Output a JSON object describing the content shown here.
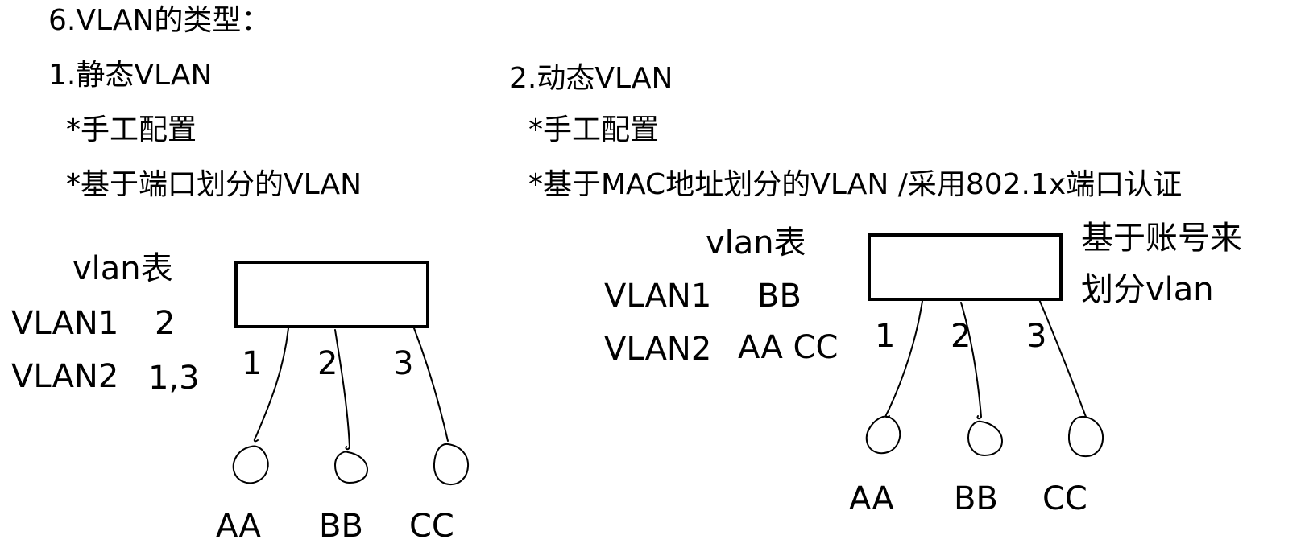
{
  "title": "6.VLAN的类型：",
  "static": {
    "heading": "1.静态VLAN",
    "bullets": [
      "*手工配置",
      "*基于端口划分的VLAN"
    ],
    "table_title": "vlan表",
    "rows": [
      {
        "name": "VLAN1",
        "value": "2"
      },
      {
        "name": "VLAN2",
        "value": "1,3"
      }
    ],
    "ports": [
      "1",
      "2",
      "3"
    ],
    "hosts": [
      "AA",
      "BB",
      "CC"
    ]
  },
  "dynamic": {
    "heading": "2.动态VLAN",
    "bullets": [
      "*手工配置",
      "*基于MAC地址划分的VLAN /采用802.1x端口认证"
    ],
    "table_title": "vlan表",
    "rows": [
      {
        "name": "VLAN1",
        "value": "BB"
      },
      {
        "name": "VLAN2",
        "value": "AA CC"
      }
    ],
    "note": [
      "基于账号来",
      "划分vlan"
    ],
    "ports": [
      "1",
      "2",
      "3"
    ],
    "hosts": [
      "AA",
      "BB",
      "CC"
    ]
  }
}
